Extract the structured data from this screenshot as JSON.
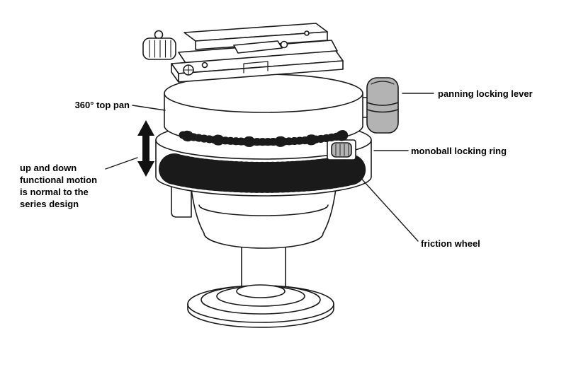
{
  "labels": {
    "panning_locking_lever": "panning locking lever",
    "top_pan": "360° top pan",
    "up_down_motion": [
      "up and down",
      "functional motion",
      "is normal to the",
      "series design"
    ],
    "monoball_locking_ring": "monoball locking ring",
    "friction_wheel": "friction wheel"
  },
  "colors": {
    "outline": "#1a1a1a",
    "knob_gray": "#b3b3b3",
    "arrow_black": "#111111",
    "background": "#ffffff"
  }
}
